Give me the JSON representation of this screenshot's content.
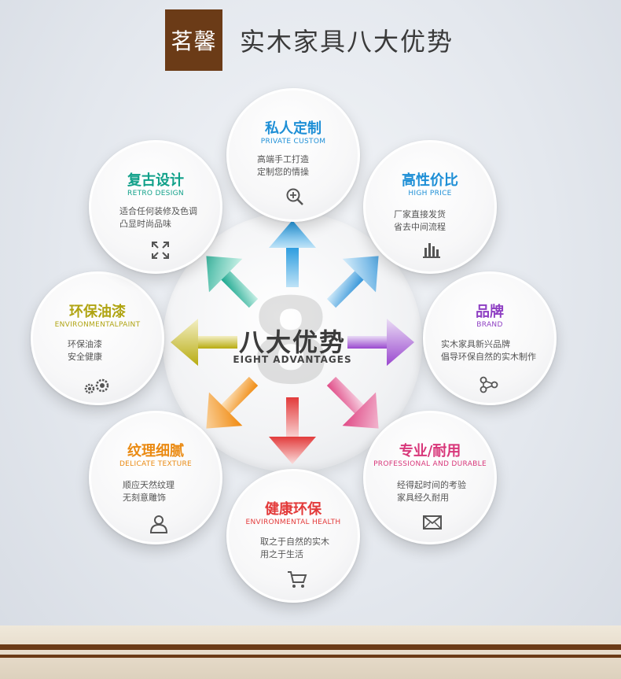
{
  "header": {
    "brand": "茗馨",
    "title": "实木家具八大优势"
  },
  "center": {
    "title": "八大优势",
    "subtitle": "EIGHT ADVANTAGES",
    "big_digit": "8"
  },
  "cards": [
    {
      "title": "私人定制",
      "en": "PRIVATE CUSTOM",
      "desc": [
        "高端手工打造",
        "定制您的情操"
      ],
      "color": "#1e8fd6",
      "icon": "zoom-in-icon"
    },
    {
      "title": "高性价比",
      "en": "HIGH PRICE",
      "desc": [
        "厂家直接发货",
        "省去中间流程"
      ],
      "color": "#1e8fd6",
      "icon": "bar-chart-icon"
    },
    {
      "title": "品牌",
      "en": "BRAND",
      "desc": [
        "实木家具新兴品牌",
        "倡导环保自然的实木制作"
      ],
      "color": "#8e3fc3",
      "icon": "share-network-icon"
    },
    {
      "title": "专业/耐用",
      "en": "PROFESSIONAL AND DURABLE",
      "desc": [
        "经得起时间的考验",
        "家具经久耐用"
      ],
      "color": "#d8377a",
      "icon": "envelope-icon"
    },
    {
      "title": "健康环保",
      "en": "ENVIRONMENTAL  HEALTH",
      "desc": [
        "取之于自然的实木",
        "用之于生活"
      ],
      "color": "#e33a3a",
      "icon": "cart-icon"
    },
    {
      "title": "纹理细腻",
      "en": "DELICATE TEXTURE",
      "desc": [
        "顺应天然纹理",
        "无刻意雕饰"
      ],
      "color": "#ea8a12",
      "icon": "user-icon"
    },
    {
      "title": "环保油漆",
      "en": "ENVIRONMENTALPAINT",
      "desc": [
        "环保油漆",
        "安全健康"
      ],
      "color": "#b0a412",
      "icon": "gears-icon"
    },
    {
      "title": "复古设计",
      "en": "RETRO DESIGN",
      "desc": [
        "适合任何装修及色调",
        "凸显时尚品味"
      ],
      "color": "#12a18a",
      "icon": "expand-arrows-icon"
    }
  ]
}
